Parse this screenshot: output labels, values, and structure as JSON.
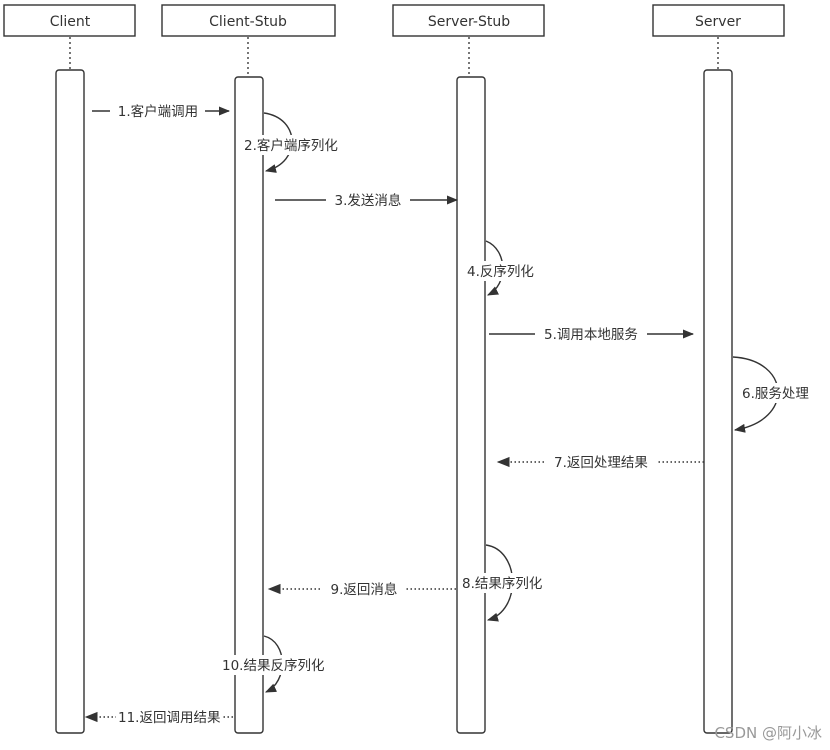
{
  "actors": [
    {
      "id": "client",
      "label": "Client"
    },
    {
      "id": "client-stub",
      "label": "Client-Stub"
    },
    {
      "id": "server-stub",
      "label": "Server-Stub"
    },
    {
      "id": "server",
      "label": "Server"
    }
  ],
  "messages": [
    {
      "id": "m1",
      "label": "1.客户端调用",
      "from": "client",
      "to": "client-stub",
      "style": "solid"
    },
    {
      "id": "m2",
      "label": "2.客户端序列化",
      "from": "client-stub",
      "to": "client-stub",
      "style": "self"
    },
    {
      "id": "m3",
      "label": "3.发送消息",
      "from": "client-stub",
      "to": "server-stub",
      "style": "solid"
    },
    {
      "id": "m4",
      "label": "4.反序列化",
      "from": "server-stub",
      "to": "server-stub",
      "style": "self"
    },
    {
      "id": "m5",
      "label": "5.调用本地服务",
      "from": "server-stub",
      "to": "server",
      "style": "solid"
    },
    {
      "id": "m6",
      "label": "6.服务处理",
      "from": "server",
      "to": "server",
      "style": "self"
    },
    {
      "id": "m7",
      "label": "7.返回处理结果",
      "from": "server",
      "to": "server-stub",
      "style": "dotted"
    },
    {
      "id": "m8",
      "label": "8.结果序列化",
      "from": "server-stub",
      "to": "server-stub",
      "style": "self"
    },
    {
      "id": "m9",
      "label": "9.返回消息",
      "from": "server-stub",
      "to": "client-stub",
      "style": "dotted"
    },
    {
      "id": "m10",
      "label": "10.结果反序列化",
      "from": "client-stub",
      "to": "client-stub",
      "style": "self"
    },
    {
      "id": "m11",
      "label": "11.返回调用结果",
      "from": "client-stub",
      "to": "client",
      "style": "dotted"
    }
  ],
  "watermark": "CSDN @阿小冰",
  "colors": {
    "stroke": "#333333",
    "text": "#333333",
    "watermark": "#999999"
  }
}
